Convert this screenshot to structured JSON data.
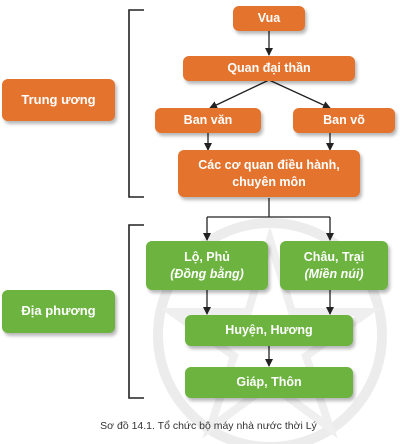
{
  "diagram": {
    "levels": {
      "central": "Trung ương",
      "local": "Địa phương"
    },
    "nodes": {
      "king": "Vua",
      "great_mandarin": "Quan đại thần",
      "civil_board": "Ban văn",
      "military_board": "Ban võ",
      "agencies": "Các cơ quan điều hành, chuyên môn",
      "lo_phu": "Lộ, Phủ",
      "lo_phu_note": "(Đồng bằng)",
      "chau_trai": "Châu, Trại",
      "chau_trai_note": "(Miền núi)",
      "huyen_huong": "Huyện, Hương",
      "giap_thon": "Giáp, Thôn"
    },
    "caption": "Sơ đồ 14.1. Tổ chức bộ máy nhà nước thời Lý"
  },
  "colors": {
    "central_box": "#e3732d",
    "local_box": "#6cb33f",
    "bracket": "#222222",
    "arrow": "#222222"
  }
}
